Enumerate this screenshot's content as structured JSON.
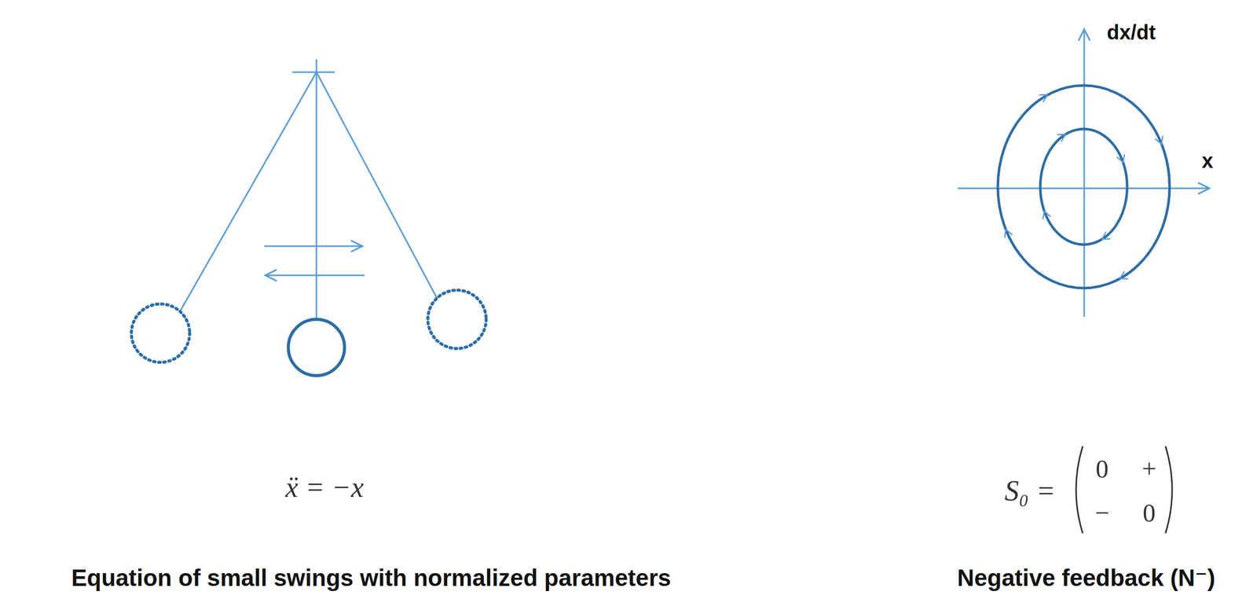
{
  "diagram": {
    "labels": [
      "ẍ = −x",
      "Equation of small swings with normalized parameters",
      "dx/dt",
      "x",
      "S₀ =",
      "0",
      "+",
      "−",
      "0",
      "Negative feedback (N⁻)"
    ]
  }
}
